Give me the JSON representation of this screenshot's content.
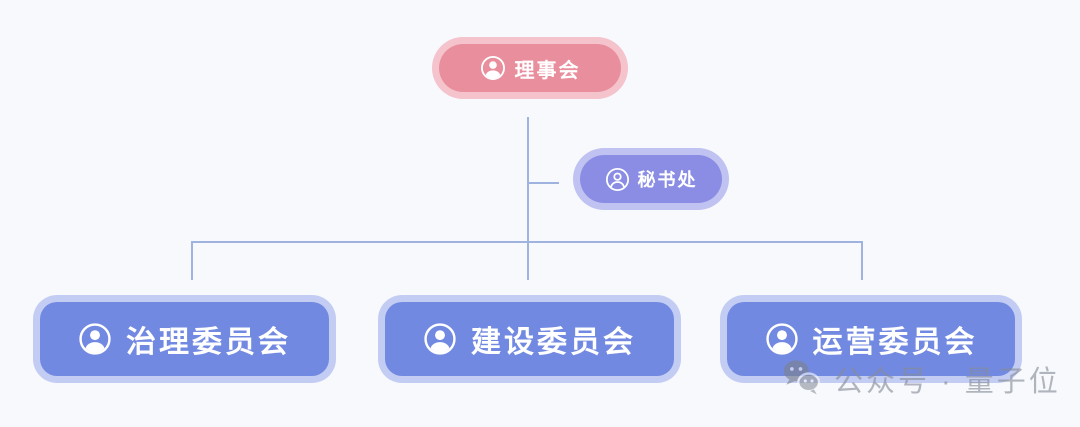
{
  "org": {
    "board": {
      "label": "理事会",
      "icon": "user-icon"
    },
    "secretariat": {
      "label": "秘书处",
      "icon": "user-icon"
    },
    "committees": [
      {
        "label": "治理委员会",
        "icon": "user-icon"
      },
      {
        "label": "建设委员会",
        "icon": "user-icon"
      },
      {
        "label": "运营委员会",
        "icon": "user-icon"
      }
    ]
  },
  "watermark": {
    "text": "公众号 · 量子位",
    "icon": "wechat-icon"
  },
  "colors": {
    "background": "#f7f9fd",
    "board_fill": "#e88e9d",
    "board_ring": "#f4c3cc",
    "secretariat_fill": "#8a8de3",
    "secretariat_ring": "#c0c2f1",
    "committee_fill": "#7289e1",
    "committee_ring": "#c3cdf4",
    "connector": "#9fb3e0",
    "node_text": "#ffffff",
    "watermark_text": "#868c96"
  }
}
